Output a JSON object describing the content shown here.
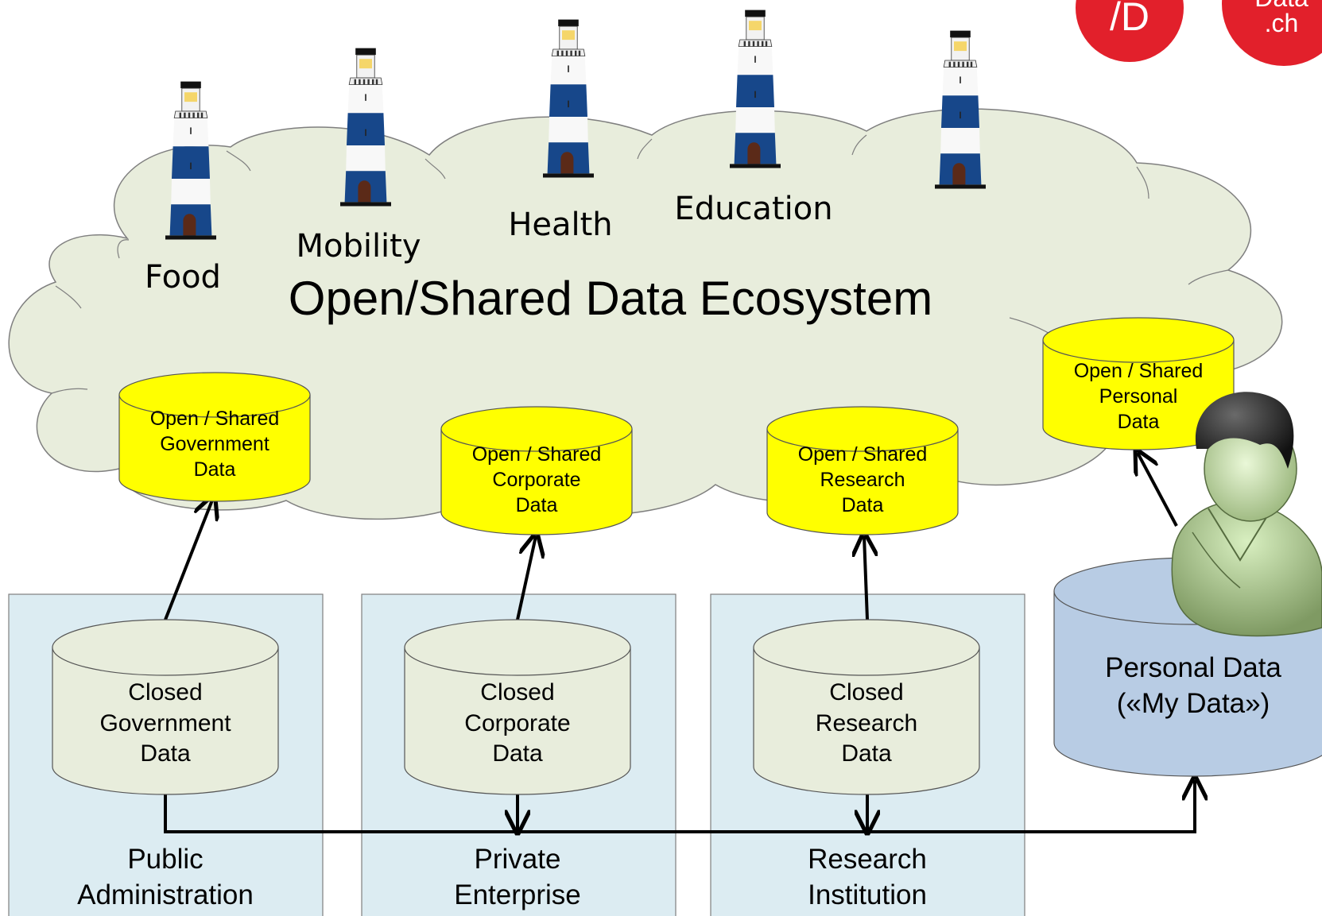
{
  "logo": {
    "left_text": "/D",
    "right_line1": "Data",
    "right_line2": ".ch",
    "color": "#e2202b"
  },
  "ecosystem": {
    "title": "Open/Shared Data Ecosystem",
    "cloud_fill": "#e8eddc"
  },
  "lighthouses": [
    {
      "label": "Food"
    },
    {
      "label": "Mobility"
    },
    {
      "label": "Health"
    },
    {
      "label": "Education"
    },
    {
      "label": ""
    }
  ],
  "open_stores": [
    {
      "line1": "Open / Shared",
      "line2": "Government",
      "line3": "Data"
    },
    {
      "line1": "Open / Shared",
      "line2": "Corporate",
      "line3": "Data"
    },
    {
      "line1": "Open / Shared",
      "line2": "Research",
      "line3": "Data"
    },
    {
      "line1": "Open / Shared",
      "line2": "Personal",
      "line3": "Data"
    }
  ],
  "closed_stores": [
    {
      "line1": "Closed",
      "line2": "Government",
      "line3": "Data"
    },
    {
      "line1": "Closed",
      "line2": "Corporate",
      "line3": "Data"
    },
    {
      "line1": "Closed",
      "line2": "Research",
      "line3": "Data"
    }
  ],
  "organizations": [
    {
      "line1": "Public",
      "line2": "Administration"
    },
    {
      "line1": "Private",
      "line2": "Enterprise"
    },
    {
      "line1": "Research",
      "line2": "Institution"
    }
  ],
  "personal_store": {
    "line1": "Personal Data",
    "line2": "(«My Data»)"
  },
  "colors": {
    "open_store": "#ffff00",
    "closed_store": "#e8eddc",
    "org_box": "#dcecf2",
    "personal_store": "#b8cce4",
    "lighthouse_blue": "#17478a"
  }
}
